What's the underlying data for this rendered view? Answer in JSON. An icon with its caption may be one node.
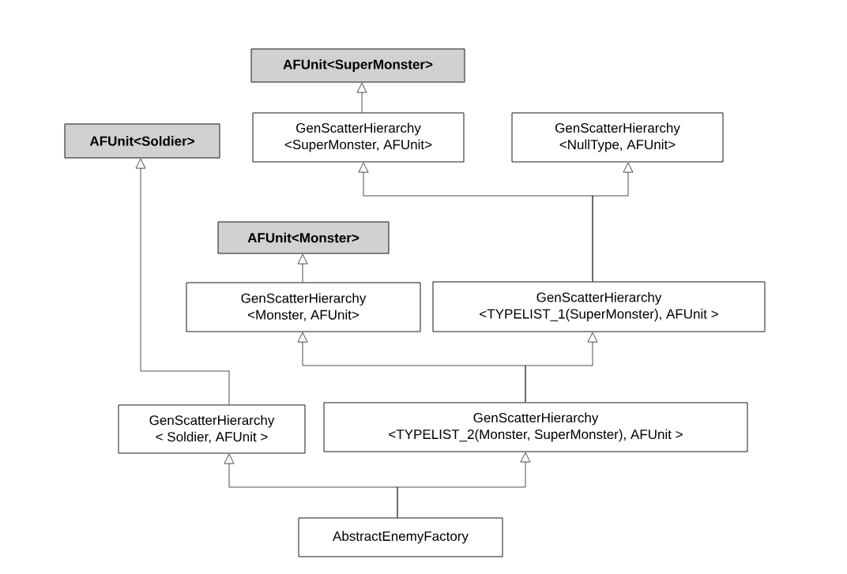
{
  "diagram": {
    "nodes": [
      {
        "text": [
          "AFUnit<SuperMonster>"
        ]
      },
      {
        "text": [
          "AFUnit<Soldier>"
        ]
      },
      {
        "text": [
          "GenScatterHierarchy",
          "<SuperMonster, AFUnit>"
        ]
      },
      {
        "text": [
          "GenScatterHierarchy",
          "<NullType, AFUnit>"
        ]
      },
      {
        "text": [
          "AFUnit<Monster>"
        ]
      },
      {
        "text": [
          "GenScatterHierarchy",
          "<Monster, AFUnit>"
        ]
      },
      {
        "text": [
          "GenScatterHierarchy",
          "<TYPELIST_1(SuperMonster), AFUnit >"
        ]
      },
      {
        "text": [
          "GenScatterHierarchy",
          "< Soldier, AFUnit >"
        ]
      },
      {
        "text": [
          "GenScatterHierarchy",
          "<TYPELIST_2(Monster, SuperMonster), AFUnit >"
        ]
      },
      {
        "text": [
          "AbstractEnemyFactory"
        ]
      }
    ],
    "edges": [
      {
        "from": 2,
        "to": 0,
        "arrow": "to"
      },
      {
        "from": 6,
        "to": 2,
        "arrow": "to"
      },
      {
        "from": 6,
        "to": 3,
        "arrow": "to"
      },
      {
        "from": 5,
        "to": 4,
        "arrow": "to"
      },
      {
        "from": 8,
        "to": 5,
        "arrow": "to"
      },
      {
        "from": 8,
        "to": 6,
        "arrow": "to"
      },
      {
        "from": 7,
        "to": 1,
        "arrow": "to"
      },
      {
        "from": 9,
        "to": 7,
        "arrow": "to"
      },
      {
        "from": 9,
        "to": 8,
        "arrow": "to"
      }
    ]
  }
}
